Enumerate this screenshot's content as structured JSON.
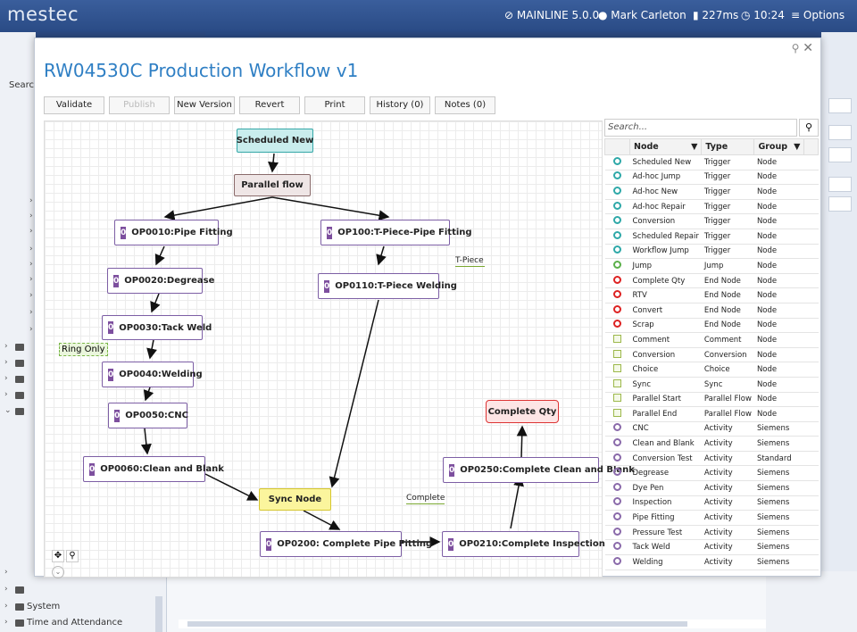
{
  "header": {
    "logo": "mestec",
    "system": "MAINLINE 5.0.0",
    "user": "Mark Carleton",
    "latency": "227ms",
    "time": "10:24",
    "options": "Options"
  },
  "sidebar": {
    "search_label": "Search",
    "bottom_items": [
      "System",
      "Time and Attendance"
    ]
  },
  "modal": {
    "title": "RW04530C Production Workflow v1",
    "toolbar": {
      "validate": "Validate",
      "publish": "Publish",
      "new_version": "New Version",
      "revert": "Revert",
      "print": "Print",
      "history": "History (0)",
      "notes": "Notes (0)"
    }
  },
  "canvas": {
    "nodes": {
      "scheduled_new": "Scheduled New",
      "parallel_flow": "Parallel flow",
      "op0010": "OP0010:Pipe Fitting",
      "op0020": "OP0020:Degrease",
      "op0030": "OP0030:Tack Weld",
      "op0040": "OP0040:Welding",
      "op0050": "OP0050:CNC",
      "op0060": "OP0060:Clean and Blank",
      "op100": "OP100:T-Piece-Pipe Fitting",
      "op0110": "OP0110:T-Piece Welding",
      "sync": "Sync Node",
      "op0200": "OP0200: Complete Pipe Fitting",
      "op0210": "OP0210:Complete Inspection",
      "op0250": "OP0250:Complete Clean and Blank",
      "complete_qty": "Complete Qty"
    },
    "badge": "0",
    "labels": {
      "tpiece": "T-Piece",
      "ring_only": "Ring Only",
      "complete": "Complete"
    }
  },
  "palette": {
    "search_placeholder": "Search...",
    "columns": [
      "Node",
      "Type",
      "Group"
    ],
    "rows": [
      [
        "Scheduled New",
        "Trigger",
        "Node",
        "teal"
      ],
      [
        "Ad-hoc Jump",
        "Trigger",
        "Node",
        "teal"
      ],
      [
        "Ad-hoc New",
        "Trigger",
        "Node",
        "teal"
      ],
      [
        "Ad-hoc Repair",
        "Trigger",
        "Node",
        "teal"
      ],
      [
        "Conversion",
        "Trigger",
        "Node",
        "teal"
      ],
      [
        "Scheduled Repair",
        "Trigger",
        "Node",
        "teal"
      ],
      [
        "Workflow Jump",
        "Trigger",
        "Node",
        "teal"
      ],
      [
        "Jump",
        "Jump",
        "Node",
        "green"
      ],
      [
        "Complete Qty",
        "End Node",
        "Node",
        "red"
      ],
      [
        "RTV",
        "End Node",
        "Node",
        "red"
      ],
      [
        "Convert",
        "End Node",
        "Node",
        "red"
      ],
      [
        "Scrap",
        "End Node",
        "Node",
        "red"
      ],
      [
        "Comment",
        "Comment",
        "Node",
        "sq"
      ],
      [
        "Conversion",
        "Conversion",
        "Node",
        "sq"
      ],
      [
        "Choice",
        "Choice",
        "Node",
        "sq"
      ],
      [
        "Sync",
        "Sync",
        "Node",
        "sq"
      ],
      [
        "Parallel Start",
        "Parallel Flow",
        "Node",
        "sq"
      ],
      [
        "Parallel End",
        "Parallel Flow",
        "Node",
        "sq"
      ],
      [
        "CNC",
        "Activity",
        "Siemens",
        "purple"
      ],
      [
        "Clean and Blank",
        "Activity",
        "Siemens",
        "purple"
      ],
      [
        "Conversion Test",
        "Activity",
        "Standard",
        "purple"
      ],
      [
        "Degrease",
        "Activity",
        "Siemens",
        "purple"
      ],
      [
        "Dye Pen",
        "Activity",
        "Siemens",
        "purple"
      ],
      [
        "Inspection",
        "Activity",
        "Siemens",
        "purple"
      ],
      [
        "Pipe Fitting",
        "Activity",
        "Siemens",
        "purple"
      ],
      [
        "Pressure Test",
        "Activity",
        "Siemens",
        "purple"
      ],
      [
        "Tack Weld",
        "Activity",
        "Siemens",
        "purple"
      ],
      [
        "Welding",
        "Activity",
        "Siemens",
        "purple"
      ]
    ],
    "icon_colors": {
      "teal": "#2ea8a8",
      "green": "#5bb04a",
      "red": "#d22",
      "sq": "#9cb84a",
      "purple": "#8a6aaa"
    }
  }
}
